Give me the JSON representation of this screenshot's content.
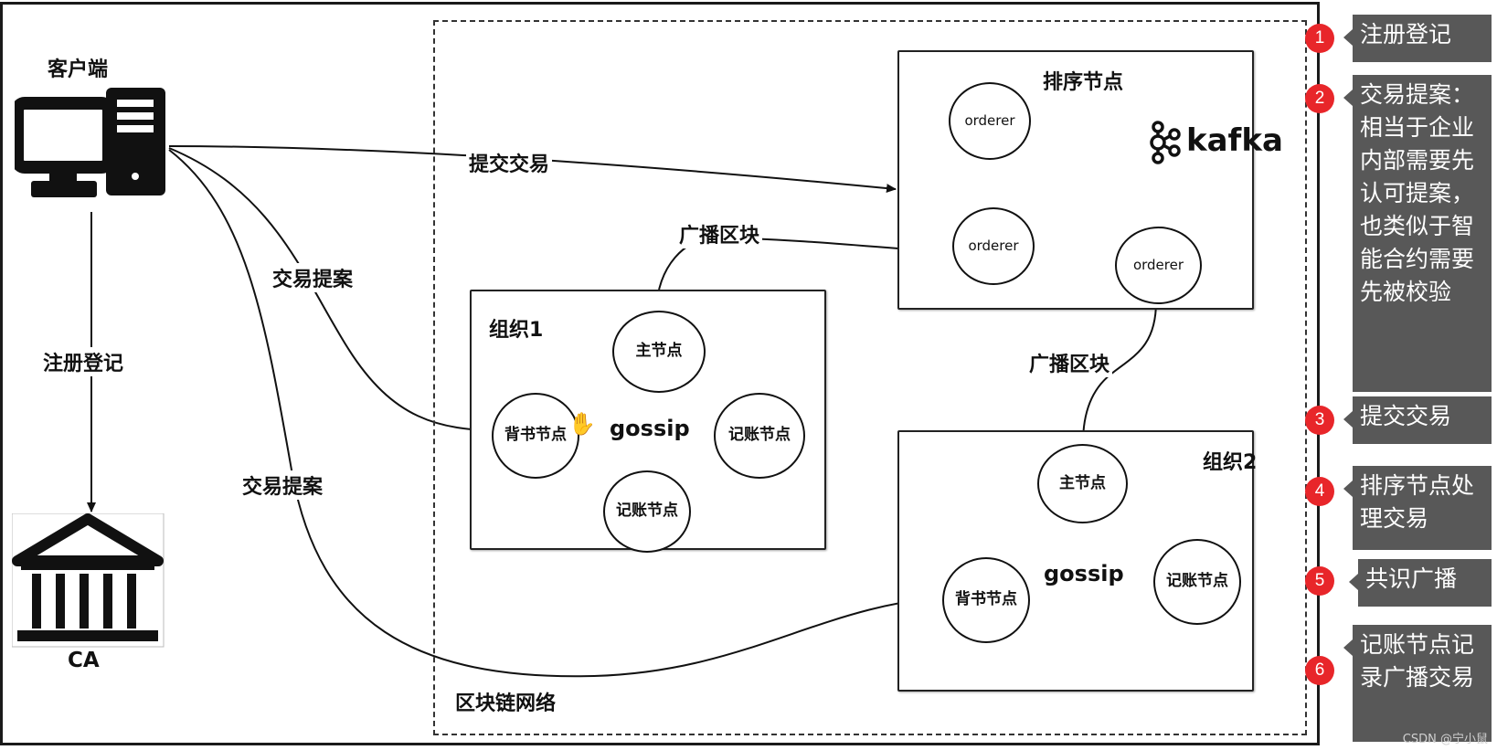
{
  "client": {
    "title": "客户端"
  },
  "ca": {
    "title": "CA"
  },
  "edges": {
    "register": "注册登记",
    "submit_tx": "提交交易",
    "proposal1": "交易提案",
    "proposal2": "交易提案",
    "broadcast1": "广播区块",
    "broadcast2": "广播区块"
  },
  "network": {
    "title": "区块链网络"
  },
  "orderer_box": {
    "title": "排序节点",
    "nodes": [
      "orderer",
      "orderer",
      "orderer"
    ],
    "kafka": "kafka"
  },
  "org1": {
    "title": "组织1",
    "leader": "主节点",
    "endorser": "背书节点",
    "committer1": "记账节点",
    "committer2": "记账节点",
    "gossip": "gossip"
  },
  "org2": {
    "title": "组织2",
    "leader": "主节点",
    "endorser": "背书节点",
    "committer": "记账节点",
    "gossip": "gossip"
  },
  "steps": [
    {
      "num": "1",
      "text": "注册登记"
    },
    {
      "num": "2",
      "text": "交易提案：相当于企业内部需要先认可提案，也类似于智能合约需要先被校验"
    },
    {
      "num": "3",
      "text": "提交交易"
    },
    {
      "num": "4",
      "text": "排序节点处理交易"
    },
    {
      "num": "5",
      "text": "共识广播"
    },
    {
      "num": "6",
      "text": "记账节点记录广播交易"
    }
  ],
  "watermark": "CSDN @宁小鼠",
  "colors": {
    "step_badge": "#e8262a",
    "step_box": "#585858"
  }
}
